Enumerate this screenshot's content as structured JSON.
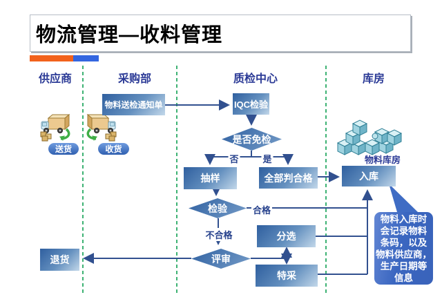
{
  "title": {
    "text": "物流管理—收料管理"
  },
  "lanes": [
    {
      "label": "供应商"
    },
    {
      "label": "采购部"
    },
    {
      "label": "质检中心"
    },
    {
      "label": "库房"
    }
  ],
  "supplier": {
    "deliver_label": "送货",
    "receive_label": "收货"
  },
  "warehouse": {
    "storage_label": "物料库房"
  },
  "nodes": {
    "notice": "物料送检通知单",
    "iqc": "IQC检验",
    "exempt": "是否免检",
    "sampling": "抽样",
    "all_pass": "全部判合格",
    "inbound": "入库",
    "inspect": "检验",
    "sorting": "分选",
    "review": "评审",
    "special": "特采",
    "return": "退货"
  },
  "edge_labels": {
    "no": "否",
    "yes": "是",
    "pass": "合格",
    "fail": "不合格"
  },
  "callout": {
    "text_lines": [
      "物料入库时",
      "会记录物料",
      "条码，以及",
      "物料供应商，",
      "生产日期等",
      "信息"
    ]
  },
  "colors": {
    "accent_orange": "#F2621C",
    "accent_blue": "#3366E0",
    "node_blue_dark": "#2F5F9F",
    "node_blue_light": "#C3D8EA",
    "diamond_blue": "#3E6DA9",
    "connector_navy": "#31508F",
    "lane_dash_green": "#3DB273",
    "header_navy": "#2B3A96",
    "callout_blue": "#3A66C0",
    "cube_teal": "#9FD3E0"
  }
}
